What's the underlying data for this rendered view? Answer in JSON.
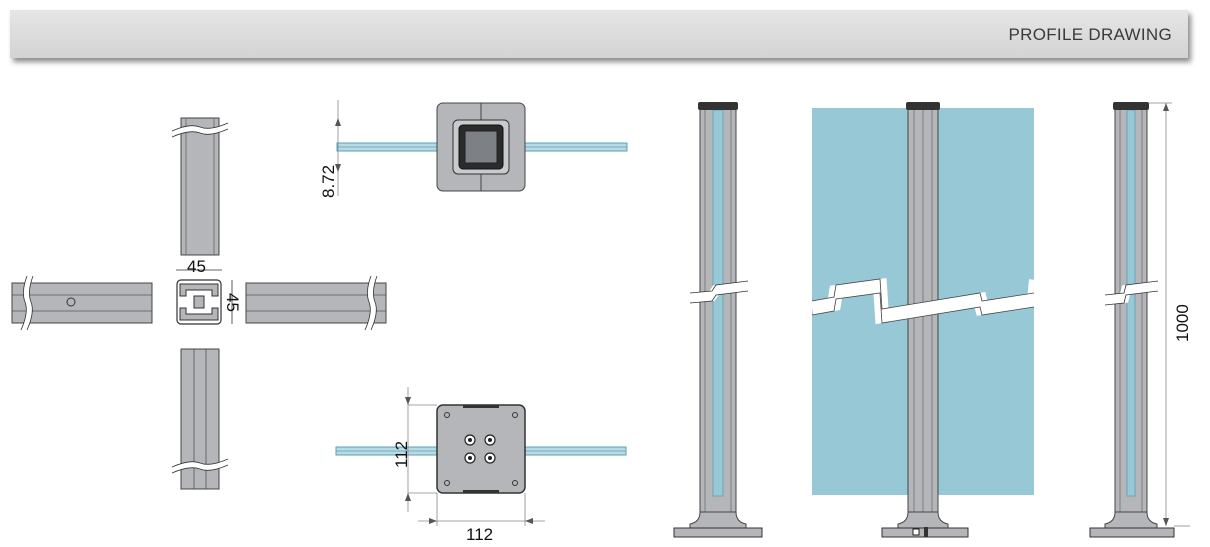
{
  "header": {
    "title": "PROFILE DRAWING"
  },
  "dimensions": {
    "profile_width": "45",
    "profile_height": "45",
    "glass_offset": "8.72",
    "base_height": "112",
    "base_width": "112",
    "post_height": "1000"
  },
  "colors": {
    "banner": "#dcdcdc",
    "profile_gray": "#b4b6b9",
    "profile_dark": "#7d8085",
    "glass": "#96c8d6",
    "glass_line": "#5e9fb4"
  }
}
